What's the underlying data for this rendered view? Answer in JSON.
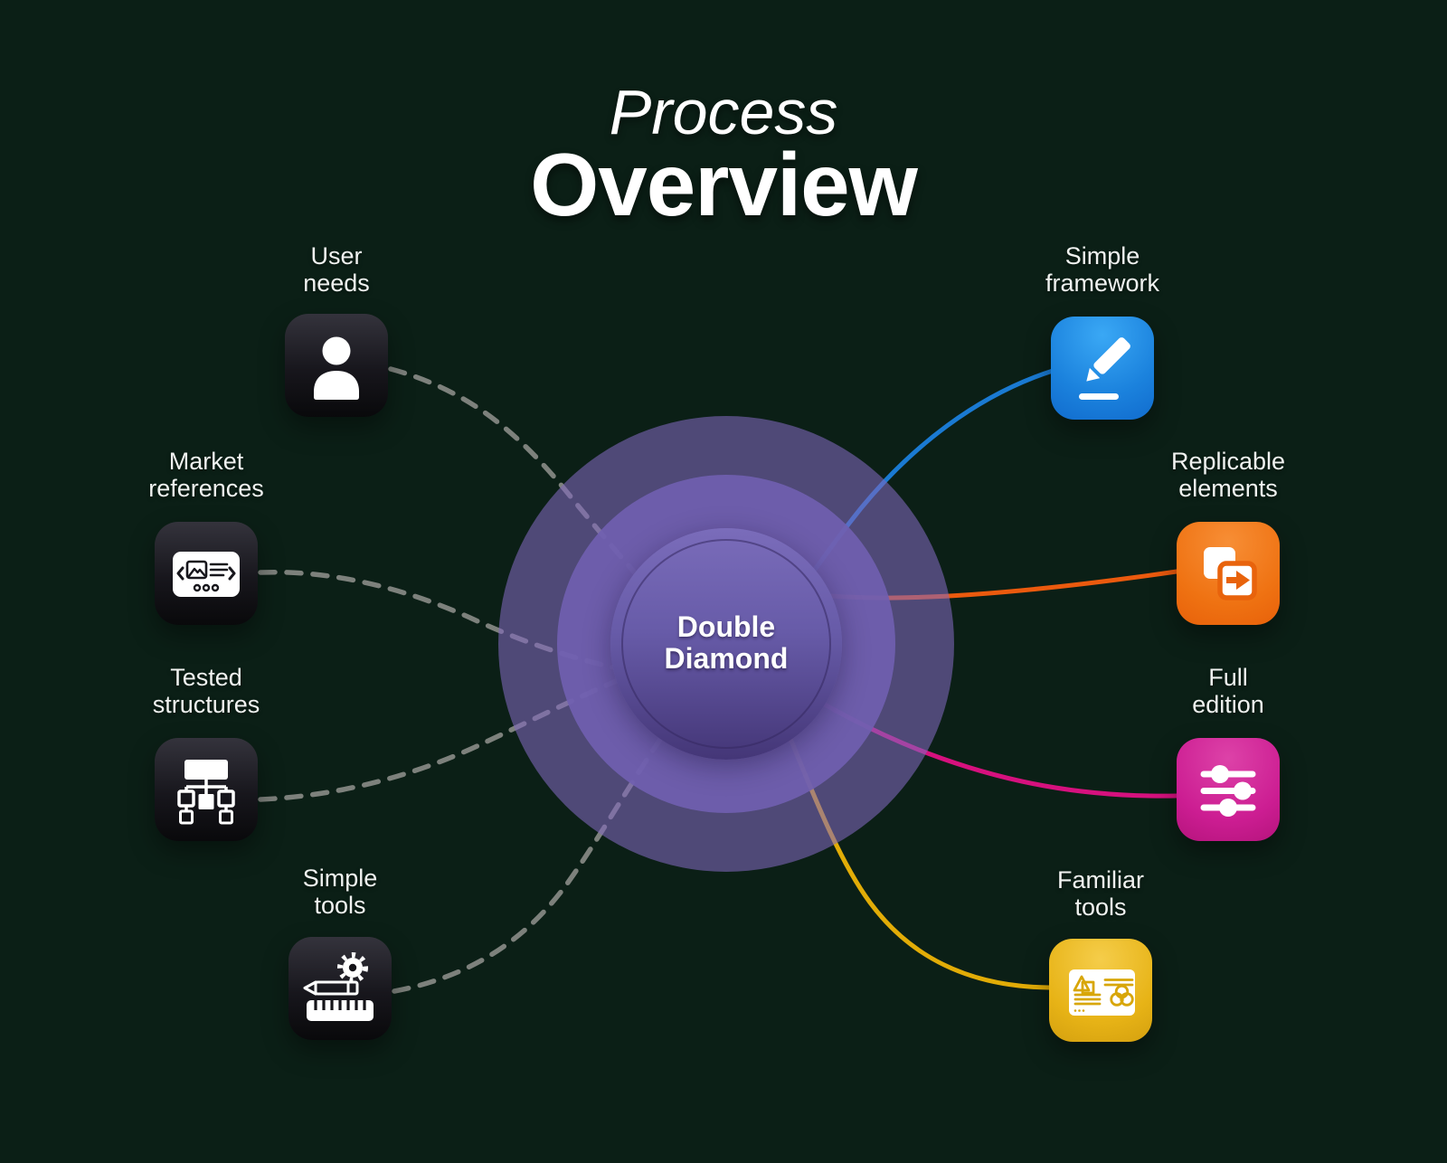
{
  "title": {
    "line1": "Process",
    "line2": "Overview"
  },
  "center": {
    "line1": "Double",
    "line2": "Diamond"
  },
  "nodes": [
    {
      "id": "user-needs",
      "line1": "User",
      "line2": "needs",
      "icon": "person-icon",
      "style": "dark",
      "connector": "dashed-gray"
    },
    {
      "id": "market-references",
      "line1": "Market",
      "line2": "references",
      "icon": "media-page-icon",
      "style": "dark",
      "connector": "dashed-gray"
    },
    {
      "id": "tested-structures",
      "line1": "Tested",
      "line2": "structures",
      "icon": "sitemap-icon",
      "style": "dark",
      "connector": "dashed-gray"
    },
    {
      "id": "simple-tools",
      "line1": "Simple",
      "line2": "tools",
      "icon": "ruler-pencil-gear-icon",
      "style": "dark",
      "connector": "dashed-gray"
    },
    {
      "id": "simple-framework",
      "line1": "Simple",
      "line2": "framework",
      "icon": "edit-pencil-icon",
      "style": "blue",
      "connector": "#1a7ad2"
    },
    {
      "id": "replicable-elements",
      "line1": "Replicable",
      "line2": "elements",
      "icon": "duplicate-arrow-icon",
      "style": "orange",
      "connector": "#eb5a0e"
    },
    {
      "id": "full-edition",
      "line1": "Full",
      "line2": "edition",
      "icon": "sliders-icon",
      "style": "magenta",
      "connector": "#d6117e"
    },
    {
      "id": "familiar-tools",
      "line1": "Familiar",
      "line2": "tools",
      "icon": "design-card-icon",
      "style": "yellow",
      "connector": "#e2ac07"
    }
  ],
  "colors": {
    "background": "#0b1f16",
    "ring_outer": "rgba(130,104,190,0.58)",
    "ring_middle": "rgba(112,96,176,0.92)",
    "inner_gradient_top": "#7a6cba",
    "inner_gradient_bottom": "#443677",
    "dashed_connector": "#9a9a96",
    "connector_blue": "#1a7ad2",
    "connector_orange": "#eb5a0e",
    "connector_magenta": "#d6117e",
    "connector_yellow": "#e2ac07",
    "text": "#ffffff"
  }
}
